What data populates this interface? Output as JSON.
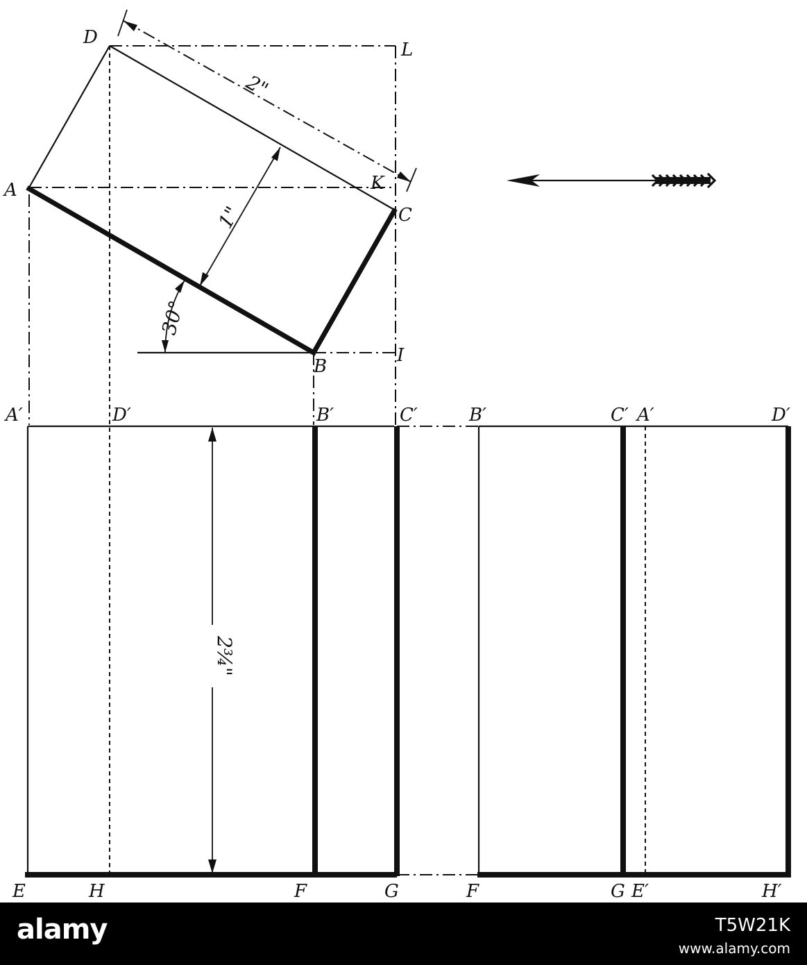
{
  "labels": {
    "top": {
      "A": "A",
      "B": "B",
      "C": "C",
      "D": "D",
      "L": "L",
      "K": "K",
      "I": "I"
    },
    "front_top": {
      "A1": "A′",
      "D1": "D′",
      "B1": "B′",
      "C1": "C′"
    },
    "front_bottom": {
      "E": "E",
      "H": "H",
      "F": "F",
      "G": "G"
    },
    "side_top": {
      "B1": "B′",
      "C1": "C′",
      "A1": "A′",
      "D1": "D′"
    },
    "side_bottom": {
      "F": "F",
      "G": "G",
      "E1": "E′",
      "H1": "H′"
    }
  },
  "dimensions": {
    "length": "2\"",
    "width": "1\"",
    "angle": "30°",
    "height": "2¾\""
  },
  "watermark": {
    "brand": "alamy",
    "image_id": "T5W21K",
    "url": "www.alamy.com"
  }
}
